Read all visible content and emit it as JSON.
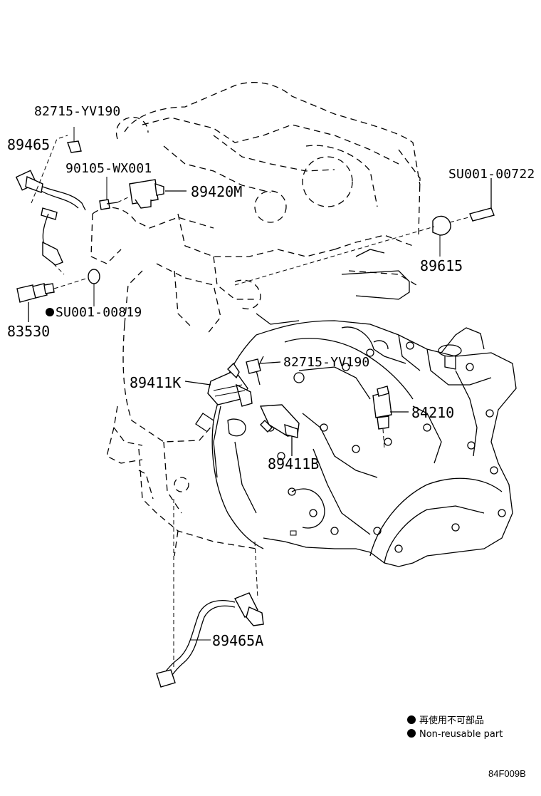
{
  "parts": {
    "p82715_top": "82715-YV190",
    "p89465": "89465",
    "p90105": "90105-WX001",
    "p89420M": "89420M",
    "pSU00722": "SU001-00722",
    "p89615": "89615",
    "pSU00819": "SU001-00819",
    "p83530": "83530",
    "p82715_mid": "82715-YV190",
    "p89411K": "89411K",
    "p84210": "84210",
    "p89411B": "89411B",
    "p89465A": "89465A"
  },
  "legend": {
    "line_jp": "再使用不可部品",
    "line_en": "Non-reusable part"
  },
  "figure_code": "84F009B"
}
